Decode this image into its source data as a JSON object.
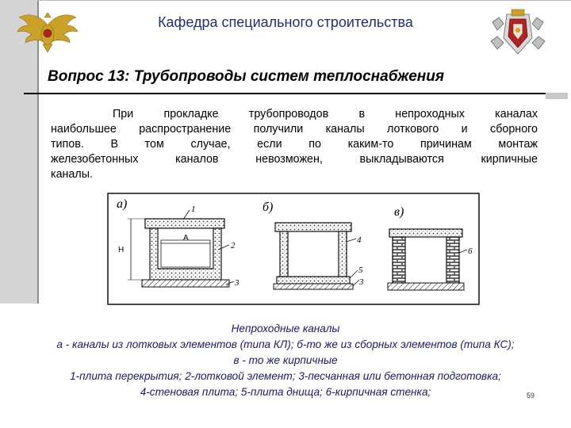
{
  "header": {
    "department": "Кафедра специального строительства"
  },
  "question": {
    "title": "Вопрос 13: Трубопроводы систем теплоснабжения"
  },
  "body": {
    "lines": [
      "При прокладке трубопроводов в непроходных каналах",
      "наибольшее распространение получили каналы лоткового и сборного",
      "типов. В том случае, если по каким-то причинам монтаж",
      "железобетонных каналов невозможен, выкладываются кирпичные",
      "каналы."
    ]
  },
  "figure": {
    "label_a": "а)",
    "label_b": "б)",
    "label_v": "в)",
    "callout_1": "1",
    "callout_2": "2",
    "callout_3": "3",
    "callout_4": "4",
    "callout_5": "5",
    "callout_6": "6",
    "dim_A": "A",
    "dim_H": "H"
  },
  "caption": {
    "lines": [
      "Непроходные каналы",
      "а - каналы из лотковых элементов (типа КЛ); б-то же из сборных элементов (типа КС);",
      "в -  то же кирпичные",
      "1-плита перекрытия; 2-лотковой элемент; 3-песчанная или бетонная подготовка;",
      "4-стеновая плита; 5-плита днища; 6-кирпичная стенка;"
    ]
  },
  "page": {
    "number": "59"
  },
  "colors": {
    "header": "#1f2f7a",
    "caption": "#1a1a66",
    "sidebar": "#d4d4d4"
  }
}
